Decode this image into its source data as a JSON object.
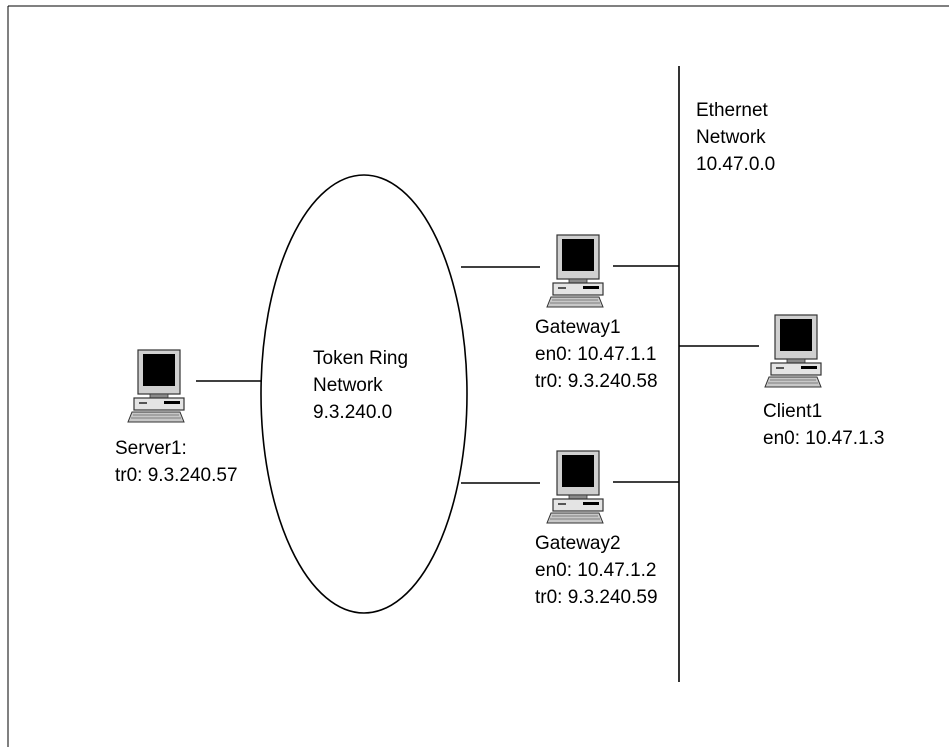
{
  "token_ring": {
    "name_line1": "Token Ring",
    "name_line2": "Network",
    "address": "9.3.240.0"
  },
  "ethernet": {
    "name_line1": "Ethernet",
    "name_line2": "Network",
    "address": "10.47.0.0"
  },
  "server1": {
    "name": "Server1:",
    "tr0": "tr0: 9.3.240.57",
    "icon": "computer-icon"
  },
  "gateway1": {
    "name": "Gateway1",
    "en0": "en0: 10.47.1.1",
    "tr0": "tr0: 9.3.240.58",
    "icon": "computer-icon"
  },
  "gateway2": {
    "name": "Gateway2",
    "en0": "en0: 10.47.1.2",
    "tr0": "tr0: 9.3.240.59",
    "icon": "computer-icon"
  },
  "client1": {
    "name": "Client1",
    "en0": "en0: 10.47.1.3",
    "icon": "computer-icon"
  }
}
